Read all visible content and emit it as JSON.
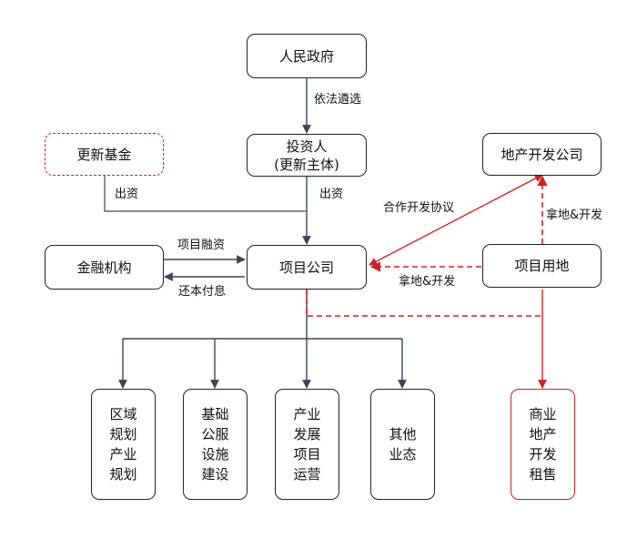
{
  "nodes": {
    "government": "人民政府",
    "investor": "投资人\n(更新主体)",
    "renewal_fund": "更新基金",
    "real_estate_company": "地产开发公司",
    "financial_institution": "金融机构",
    "project_company": "项目公司",
    "project_land": "项目用地",
    "regional_planning": "区域\n规划\n产业\n规划",
    "infrastructure": "基础\n公服\n设施\n建设",
    "industry_operation": "产业\n发展\n项目\n运营",
    "other_business": "其他\n业态",
    "commercial_real_estate": "商业\n地产\n开发\n租售"
  },
  "edge_labels": {
    "select_by_law": "依法遴选",
    "fund_contribution": "出资",
    "investor_contribution": "出资",
    "cooperation_agreement": "合作开发协议",
    "land_dev_up": "拿地&开发",
    "project_financing": "项目融资",
    "repay": "还本付息",
    "land_dev_left": "拿地&开发"
  },
  "colors": {
    "line": "#3a4656",
    "red": "#d21f1f",
    "border": "#222222"
  }
}
